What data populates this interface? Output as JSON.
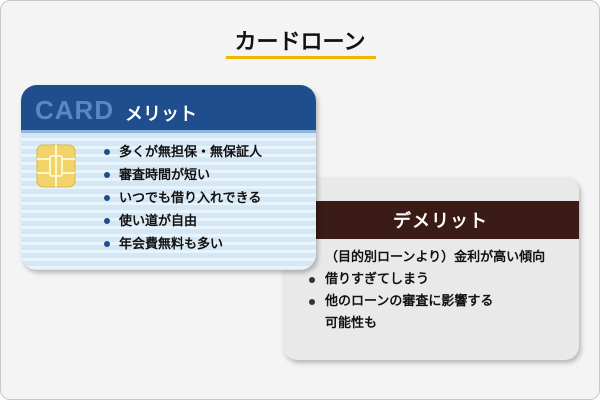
{
  "title": "カードローン",
  "merits_card": {
    "card_text": "CARD",
    "label": "メリット",
    "items": [
      "多くが無担保・無保証人",
      "審査時間が短い",
      "いつでも借り入れできる",
      "使い道が自由",
      "年会費無料も多い"
    ]
  },
  "demerits_card": {
    "label": "デメリット",
    "items": [
      {
        "lines": [
          "（目的別ローンより）金利が高い傾向"
        ]
      },
      {
        "lines": [
          "借りすぎてしまう"
        ]
      },
      {
        "lines": [
          "他のローンの審査に影響する",
          "可能性も"
        ]
      }
    ]
  },
  "colors": {
    "title_underline": "#f0b400",
    "merit_header": "#1f4e8f",
    "demerit_band": "#3b1b15",
    "chip": "#f1d36a"
  },
  "icons": [
    "ic-chip-icon"
  ]
}
